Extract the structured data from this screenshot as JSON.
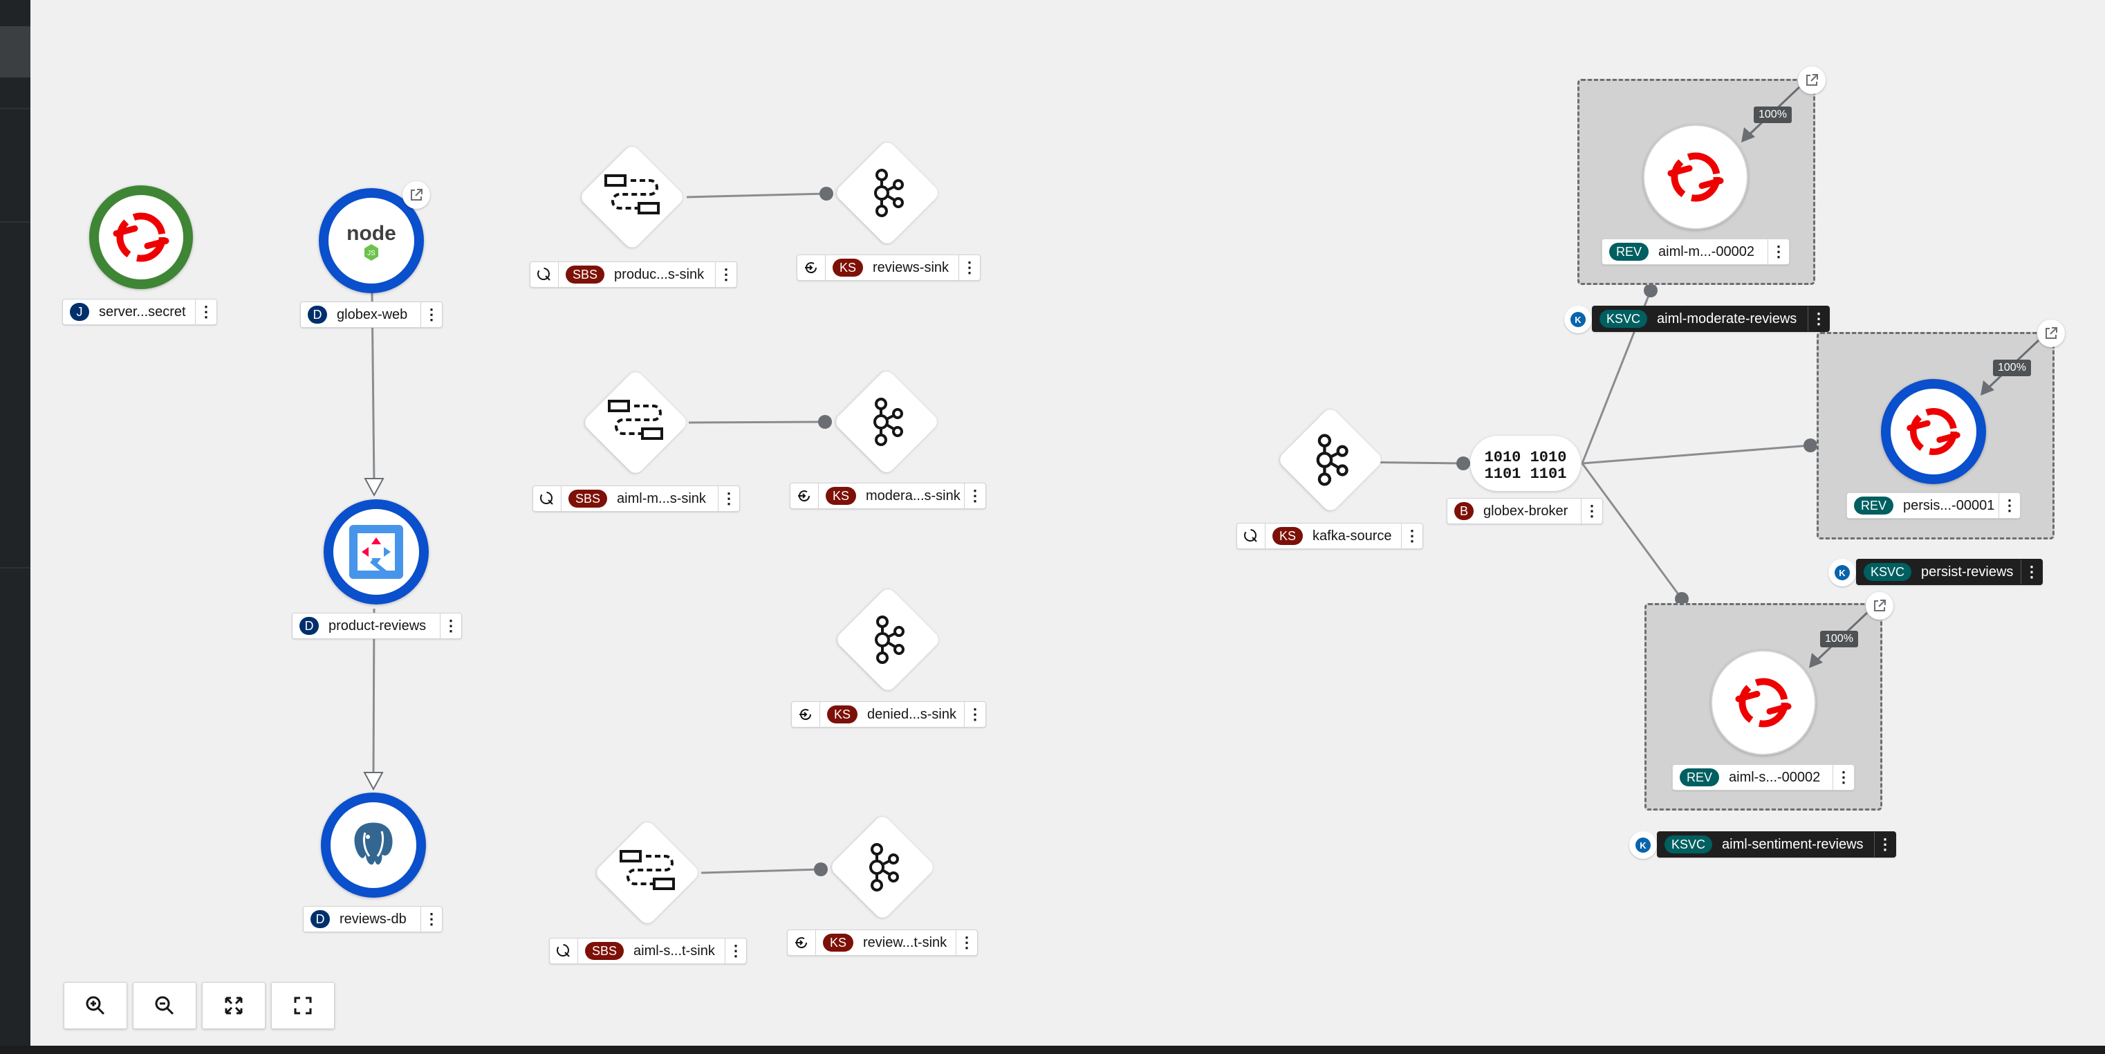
{
  "colors": {
    "canvas_bg": "#f0f0f0",
    "rail": "#212427",
    "green": "#3e8635",
    "blue": "#0a4fcc",
    "openshift_red": "#ee0000",
    "badge_navy": "#002f6c",
    "badge_maroon": "#7d1007",
    "badge_teal": "#005f60"
  },
  "nodes": {
    "server_secret": {
      "badge": "J",
      "label": "server...secret"
    },
    "globex_web": {
      "badge": "D",
      "label": "globex-web"
    },
    "product_reviews": {
      "badge": "D",
      "label": "product-reviews"
    },
    "reviews_db": {
      "badge": "D",
      "label": "reviews-db"
    },
    "sbs_product": {
      "badge": "SBS",
      "label": "produc...s-sink"
    },
    "ks_reviews_sink": {
      "badge": "KS",
      "label": "reviews-sink"
    },
    "sbs_aiml_m": {
      "badge": "SBS",
      "label": "aiml-m...s-sink"
    },
    "ks_modera": {
      "badge": "KS",
      "label": "modera...s-sink"
    },
    "ks_denied": {
      "badge": "KS",
      "label": "denied...s-sink"
    },
    "sbs_aiml_s": {
      "badge": "SBS",
      "label": "aiml-s...t-sink"
    },
    "ks_review_t": {
      "badge": "KS",
      "label": "review...t-sink"
    },
    "kafka_source": {
      "badge": "KS",
      "label": "kafka-source"
    },
    "globex_broker": {
      "badge": "B",
      "label": "globex-broker"
    },
    "rev_moderate": {
      "badge": "REV",
      "label": "aiml-m...-00002",
      "traffic": "100%"
    },
    "ksvc_moderate": {
      "badge": "KSVC",
      "label": "aiml-moderate-reviews"
    },
    "rev_persist": {
      "badge": "REV",
      "label": "persis...-00001",
      "traffic": "100%"
    },
    "ksvc_persist": {
      "badge": "KSVC",
      "label": "persist-reviews"
    },
    "rev_sentiment": {
      "badge": "REV",
      "label": "aiml-s...-00002",
      "traffic": "100%"
    },
    "ksvc_sentiment": {
      "badge": "KSVC",
      "label": "aiml-sentiment-reviews"
    }
  },
  "controls": [
    "zoom-in-icon",
    "zoom-out-icon",
    "fit-to-screen-icon",
    "expand-icon"
  ]
}
